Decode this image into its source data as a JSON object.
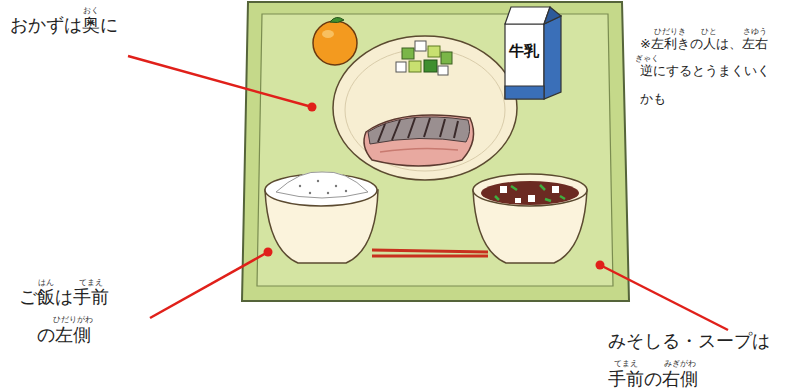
{
  "diagram": {
    "nodes": [
      {
        "text": [
          "牛乳"
        ]
      }
    ],
    "labels": [
      "おかずは奥に",
      "おく",
      "ご飯は手前の左側",
      "はん",
      "てまえ",
      "ひだりがわ",
      "みそしる・スープは手前の右側",
      "てまえ",
      "みぎがわ",
      "※左利きの人は、左右逆にするとうまくいくかも",
      "ひだりき",
      "ひと",
      "さゆう",
      "ぎゃく"
    ]
  }
}
